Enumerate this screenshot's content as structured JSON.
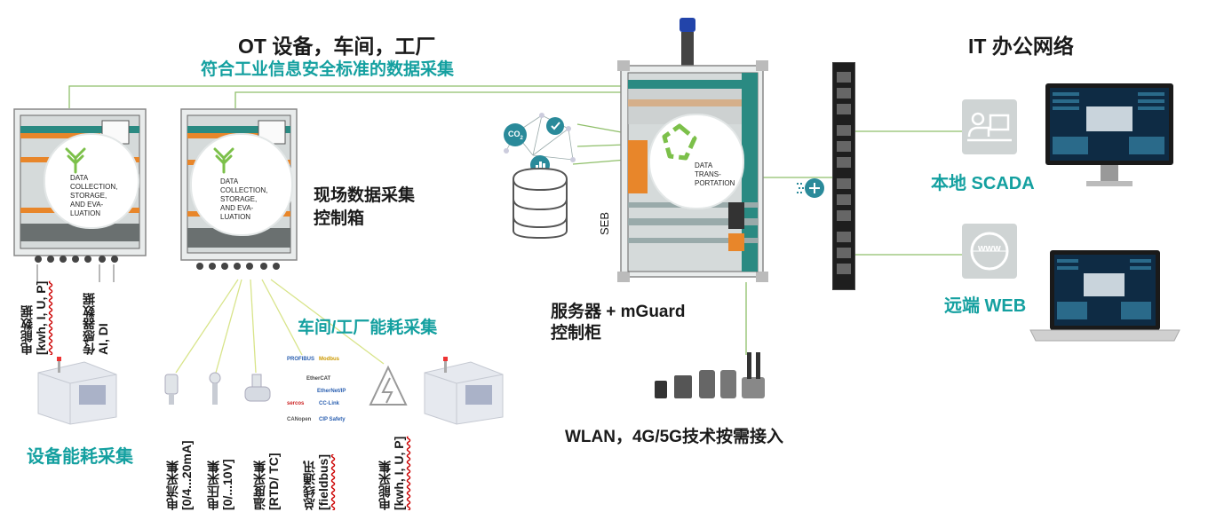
{
  "ot_title": "OT 设备，车间，工厂",
  "ot_subtitle": "符合工业信息安全标准的数据采集",
  "it_title": "IT 办公网络",
  "field_box_label": [
    "现场数据采集",
    "控制箱"
  ],
  "circle_collection": [
    "DATA",
    "COLLECTION,",
    "STORAGE,",
    "AND EVA-",
    "LUATION"
  ],
  "circle_transport": [
    "DATA",
    "TRANS-",
    "PORTATION"
  ],
  "seb_label": "SEB",
  "server_label": [
    "服务器 + mGuard",
    "控制柜"
  ],
  "workshop_label": "车间/工厂能耗采集",
  "device_label": "设备能耗采集",
  "wlan_label": "WLAN，4G/5G技术按需接入",
  "scada_label": "本地 SCADA",
  "web_label": "远端 WEB",
  "www_text": "www",
  "co2_text": "CO",
  "co2_sub": "2",
  "vertical_labels": {
    "power_data": [
      "电能数据",
      "[kwh, I, U, P]"
    ],
    "sensor_data": [
      "传感器数据",
      "AI, DI"
    ],
    "current": [
      "电流采集",
      "[0/4...20mA]"
    ],
    "voltage": [
      "电压采集",
      "[0/...10V]"
    ],
    "temperature": [
      "温度采集",
      "[RTD/ TC]"
    ],
    "bus": [
      "总线通讯",
      "[fieldbus]"
    ],
    "energy": [
      "电能采集",
      "[kwh, I, U, P]"
    ]
  },
  "bus_logos": [
    "PROFIBUS",
    "Modbus",
    "EtherCAT",
    "EtherNet/IP",
    "sercos",
    "CC-Link",
    "CANopen",
    "CIP Safety"
  ],
  "colors": {
    "teal": "#14a0a0",
    "line": "#8fbf6a",
    "orange": "#e8862a",
    "cabinet": "#2a8a82",
    "dark": "#1a1a1a"
  }
}
